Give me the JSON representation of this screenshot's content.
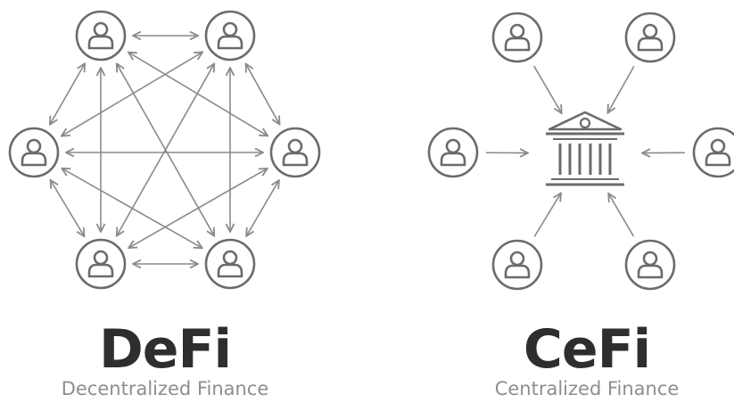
{
  "defi": {
    "title": "DeFi",
    "subtitle": "Decentralized Finance",
    "nodes": [
      "user",
      "user",
      "user",
      "user",
      "user",
      "user"
    ],
    "node_icon": "user-icon",
    "connection": "bidirectional-arrow"
  },
  "cefi": {
    "title": "CeFi",
    "subtitle": "Centralized Finance",
    "hub_icon": "bank-icon",
    "nodes": [
      "user",
      "user",
      "user",
      "user",
      "user",
      "user"
    ],
    "node_icon": "user-icon",
    "connection": "arrow-to-hub"
  },
  "colors": {
    "stroke": "#6b6b6b",
    "arrow": "#8a8a8a",
    "title": "#2e2e2e",
    "subtitle": "#8e8e8e"
  }
}
